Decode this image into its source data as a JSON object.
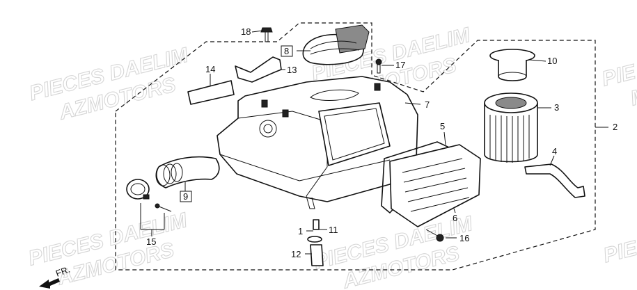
{
  "watermarks": [
    {
      "line1": "PIECES DAELIM",
      "line2": "AZMOTORS"
    },
    {
      "line1": "PIECES DAELIM",
      "line2": "AZMOTORS"
    },
    {
      "line1": "PIECES DAELIM",
      "line2": "AZMOTORS"
    },
    {
      "line1": "PIECES DAELIM",
      "line2": "AZMOTORS"
    },
    {
      "line1": "PIE",
      "line2": "M"
    },
    {
      "line1": "PIE",
      "line2": ""
    }
  ],
  "direction_label": "FR.",
  "callouts": {
    "c1": "1",
    "c2": "2",
    "c3": "3",
    "c4": "4",
    "c5": "5",
    "c6": "6",
    "c7": "7",
    "c8": "8",
    "c9": "9",
    "c10": "10",
    "c11": "11",
    "c12": "12",
    "c13": "13",
    "c14": "14",
    "c15": "15",
    "c16": "16",
    "c17": "17",
    "c18": "18"
  }
}
